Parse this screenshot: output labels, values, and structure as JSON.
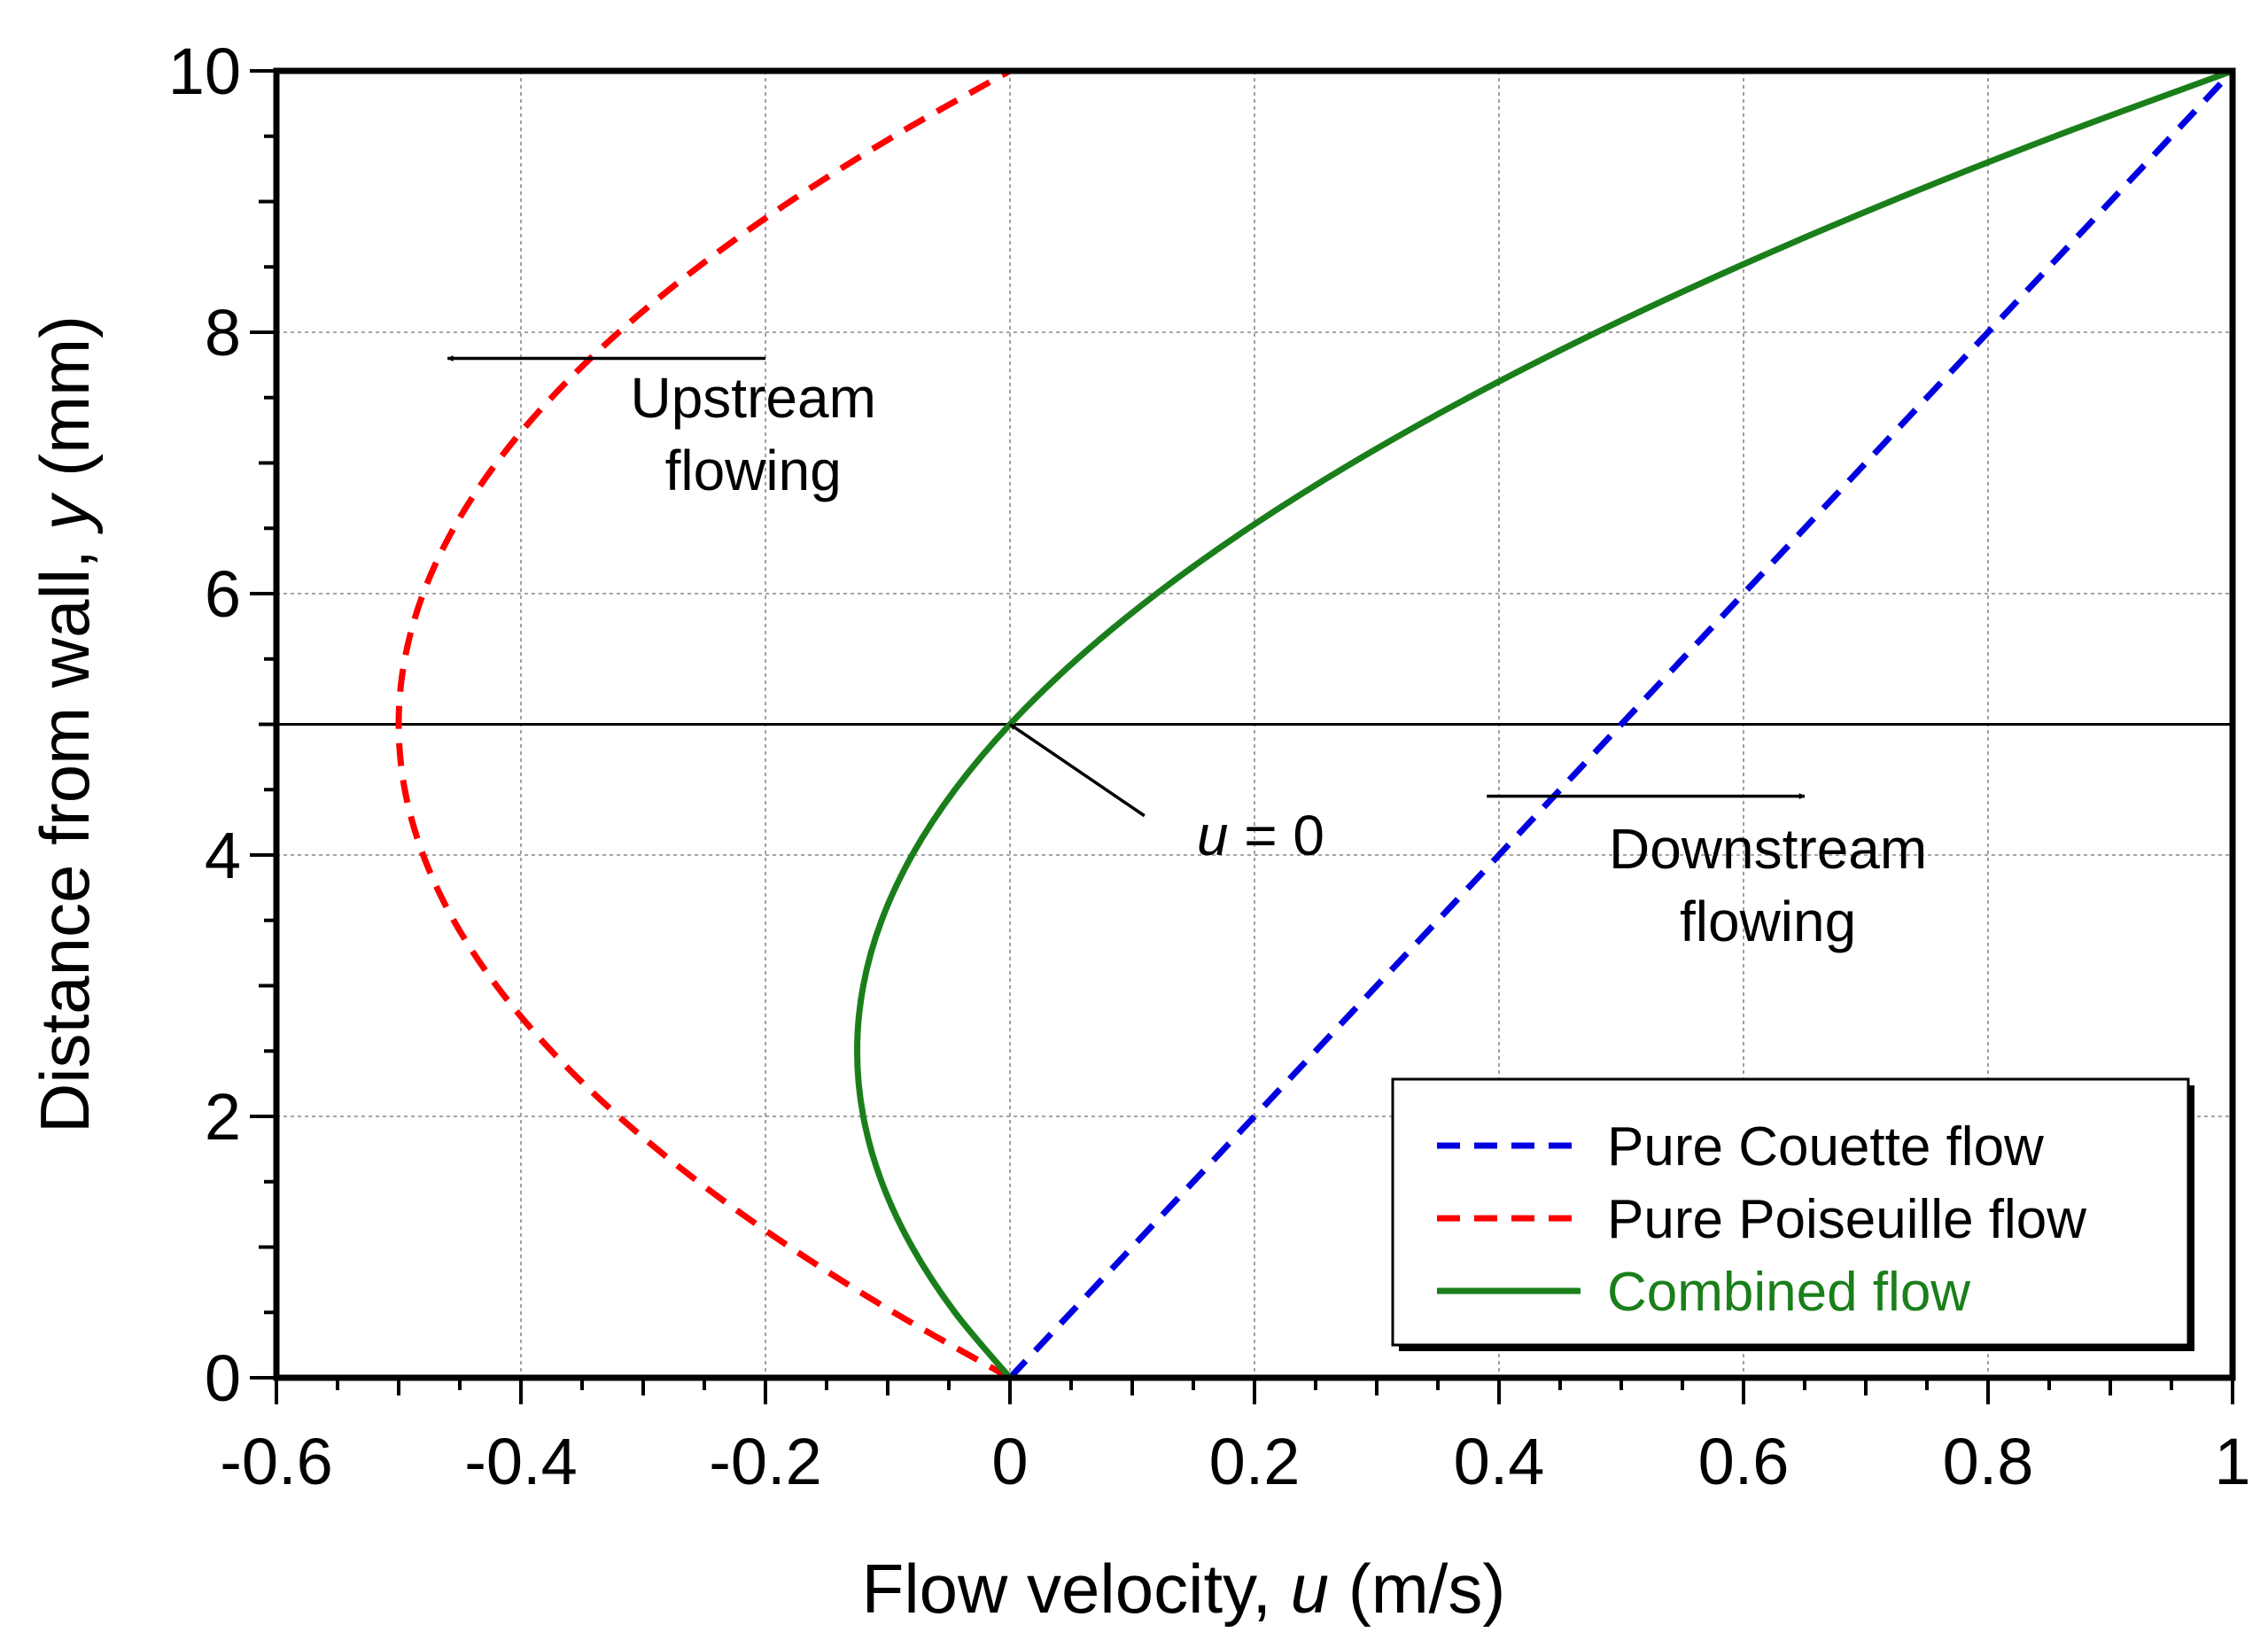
{
  "chart_data": {
    "type": "line",
    "xlabel": {
      "prefix": "Flow velocity, ",
      "var": "u",
      "suffix": " (m/s)"
    },
    "ylabel": {
      "prefix": "Distance from wall, ",
      "var": "y",
      "suffix": " (mm)"
    },
    "xlim": [
      -0.6,
      1
    ],
    "ylim": [
      0,
      10
    ],
    "x_ticks": [
      -0.6,
      -0.4,
      -0.2,
      0,
      0.2,
      0.4,
      0.6,
      0.8,
      1
    ],
    "x_tick_labels": [
      "-0.6",
      "-0.4",
      "-0.2",
      "0",
      "0.2",
      "0.4",
      "0.6",
      "0.8",
      "1"
    ],
    "y_ticks": [
      0,
      2,
      4,
      6,
      8,
      10
    ],
    "y_tick_labels": [
      "0",
      "2",
      "4",
      "6",
      "8",
      "10"
    ],
    "grid": true,
    "legend_position": "bottom-right",
    "series": [
      {
        "name": "Pure Couette flow",
        "color": "#0000e0",
        "style": "dashed",
        "y": [
          0,
          1,
          2,
          3,
          4,
          5,
          6,
          7,
          8,
          9,
          10
        ],
        "x": [
          0,
          0.1,
          0.2,
          0.3,
          0.4,
          0.5,
          0.6,
          0.7,
          0.8,
          0.9,
          1.0
        ]
      },
      {
        "name": "Pure Poiseuille flow",
        "color": "#ff0000",
        "style": "dashed",
        "y": [
          0,
          0.5,
          1,
          1.5,
          2,
          2.5,
          3,
          3.5,
          4,
          4.5,
          5,
          5.5,
          6,
          6.5,
          7,
          7.5,
          8,
          8.5,
          9,
          9.5,
          10
        ],
        "x": [
          0,
          -0.095,
          -0.18,
          -0.255,
          -0.32,
          -0.375,
          -0.42,
          -0.455,
          -0.48,
          -0.495,
          -0.5,
          -0.495,
          -0.48,
          -0.455,
          -0.42,
          -0.375,
          -0.32,
          -0.255,
          -0.18,
          -0.095,
          0
        ]
      },
      {
        "name": "Combined flow",
        "color": "#1a7f1a",
        "style": "solid",
        "y": [
          0,
          0.5,
          1,
          1.5,
          2,
          2.5,
          3,
          3.5,
          4,
          4.5,
          5,
          5.5,
          6,
          6.5,
          7,
          7.5,
          8,
          8.5,
          9,
          9.5,
          10
        ],
        "x": [
          0,
          -0.045,
          -0.08,
          -0.105,
          -0.12,
          -0.125,
          -0.12,
          -0.105,
          -0.08,
          -0.045,
          0,
          0.055,
          0.12,
          0.195,
          0.28,
          0.375,
          0.48,
          0.595,
          0.72,
          0.855,
          1.0
        ]
      }
    ],
    "reference_line": {
      "y": 5
    },
    "annotations": [
      {
        "id": "upstream",
        "lines": [
          "Upstream",
          "flowing"
        ],
        "arrow_from": [
          -0.2,
          7.8
        ],
        "arrow_to": [
          -0.46,
          7.8
        ],
        "label_at": [
          -0.21,
          7.35
        ]
      },
      {
        "id": "downstream",
        "lines": [
          "Downstream",
          "flowing"
        ],
        "arrow_from": [
          0.39,
          4.45
        ],
        "arrow_to": [
          0.65,
          4.45
        ],
        "label_at": [
          0.62,
          3.9
        ]
      },
      {
        "id": "u-zero",
        "var": "u",
        "text": " = 0",
        "arrow_from": [
          0.11,
          4.3
        ],
        "arrow_to": [
          0.0,
          5.0
        ],
        "label_at": [
          0.205,
          4.0
        ]
      }
    ]
  }
}
